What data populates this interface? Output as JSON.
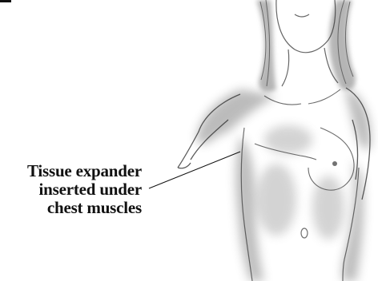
{
  "figure": {
    "callout_lines": [
      "Tissue expander",
      "inserted under",
      "chest muscles"
    ],
    "colors": {
      "ink": "#111111",
      "shading": "#5e5e5e",
      "background": "#ffffff"
    }
  }
}
